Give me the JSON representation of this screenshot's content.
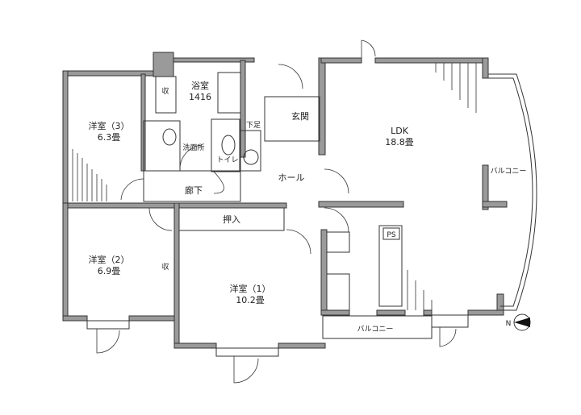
{
  "rooms": {
    "bedroom3": {
      "name": "洋室（3）",
      "size": "6.3畳"
    },
    "bedroom2": {
      "name": "洋室（2）",
      "size": "6.9畳"
    },
    "bedroom1": {
      "name": "洋室（1）",
      "size": "10.2畳"
    },
    "ldk": {
      "name": "LDK",
      "size": "18.8畳"
    },
    "bath": {
      "name": "浴室",
      "size": "1416"
    },
    "washroom": "洗面所",
    "toilet": "トイレ",
    "entrance": "玄関",
    "hall": "ホール",
    "corridor": "廊下",
    "oshiire": "押入",
    "storage": "収",
    "shoe_closet": "下足",
    "balcony_east": "バルコニー",
    "balcony_south": "バルコニー",
    "ps": "PS"
  },
  "compass": "N"
}
